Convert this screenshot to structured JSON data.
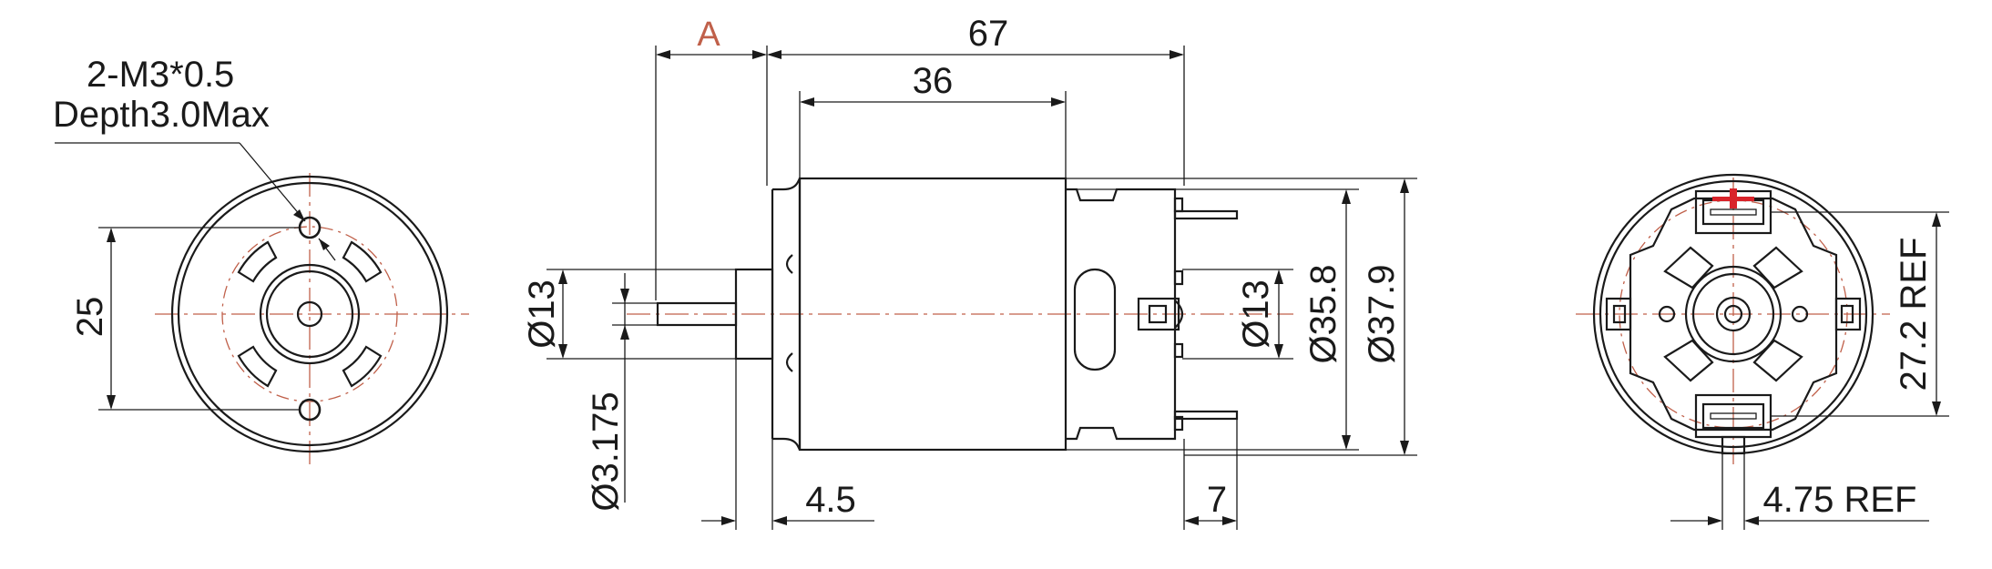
{
  "labels": {
    "thread_line1": "2-M3*0.5",
    "thread_line2": "Depth3.0Max",
    "dim_25": "25",
    "dim_a": "A",
    "dim_67": "67",
    "dim_36": "36",
    "dim_d13_left": "Ø13",
    "dim_d3175": "Ø3.175",
    "dim_45": "4.5",
    "dim_d13_right": "Ø13",
    "dim_d358": "Ø35.8",
    "dim_d379": "Ø37.9",
    "dim_7": "7",
    "dim_272": "27.2 REF",
    "dim_475": "4.75 REF"
  },
  "colors": {
    "line": "#1a1a1a",
    "centerline": "#c0604a",
    "label_a": "#c0604a",
    "polarity_mark": "#d9232a"
  }
}
